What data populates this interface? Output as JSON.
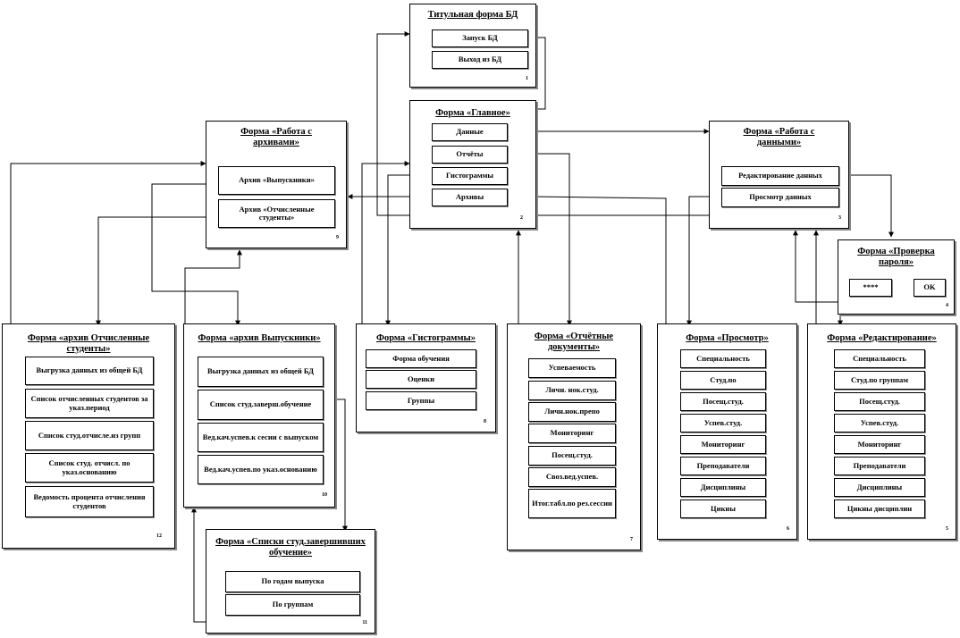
{
  "forms": {
    "title": {
      "title": "Титульная форма БД",
      "num": "1",
      "buttons": [
        "Запуск БД",
        "Выход из БД"
      ]
    },
    "main": {
      "title": "Форма «Главное»",
      "num": "2",
      "buttons": [
        "Данные",
        "Отчёты",
        "Гистограммы",
        "Архивы"
      ]
    },
    "archives": {
      "title": "Форма «Работа с архивами»",
      "num": "9",
      "buttons": [
        "Архив «Выпускники»",
        "Архив «Отчисленные студенты»"
      ]
    },
    "data": {
      "title": "Форма «Работа с данными»",
      "num": "3",
      "buttons": [
        "Редактирование данных",
        "Просмотр данных"
      ]
    },
    "password": {
      "title": "Форма «Проверка пароля»",
      "num": "4",
      "input": "****",
      "ok": "OK"
    },
    "expelled": {
      "title": "Форма «архив Отчисленные студенты»",
      "num": "12",
      "buttons": [
        "Выгрузка данных из общей БД",
        "Список отчисленных студентов за указ.период",
        "Список студ.отчисле.из групп",
        "Список студ. отчисл. по указ.основанию",
        "Ведомость процента отчисления студентов"
      ]
    },
    "graduates": {
      "title": "Форма «архив Выпускники»",
      "num": "10",
      "buttons": [
        "Выгрузка данных из общей БД",
        "Список студ.заверш.обучение",
        "Вед.кач.успев.к сесии с выпуском",
        "Вед.кач.успев.по указ.основанию"
      ]
    },
    "lists": {
      "title": "Форма «Списки студ.завершивших обучение»",
      "num": "11",
      "buttons": [
        "По годам выпуска",
        "По группам"
      ]
    },
    "histograms": {
      "title": "Форма «Гистограммы»",
      "num": "8",
      "buttons": [
        "Форма обучения",
        "Оценки",
        "Группы"
      ]
    },
    "reports": {
      "title": "Форма «Отчётные документы»",
      "num": "7",
      "buttons": [
        "Успеваемость",
        "Личн. нок.студ.",
        "Личн.нок.препо",
        "Мониторинг",
        "Посещ.студ.",
        "Своз.вед.успев.",
        "Итог.табл.по рез.сессии"
      ]
    },
    "view": {
      "title": "Форма «Просмотр»",
      "num": "6",
      "buttons": [
        "Специальность",
        "Студ.по",
        "Посещ.студ.",
        "Успев.студ.",
        "Мониторинг",
        "Преподаватели",
        "Дисциплины",
        "Цикны"
      ]
    },
    "edit": {
      "title": "Форма «Редактирование»",
      "num": "5",
      "buttons": [
        "Специальность",
        "Студ.по группам",
        "Посещ.студ.",
        "Успев.студ.",
        "Мониторинг",
        "Преподаватели",
        "Дисциплины",
        "Цикны дисциплин"
      ]
    }
  }
}
